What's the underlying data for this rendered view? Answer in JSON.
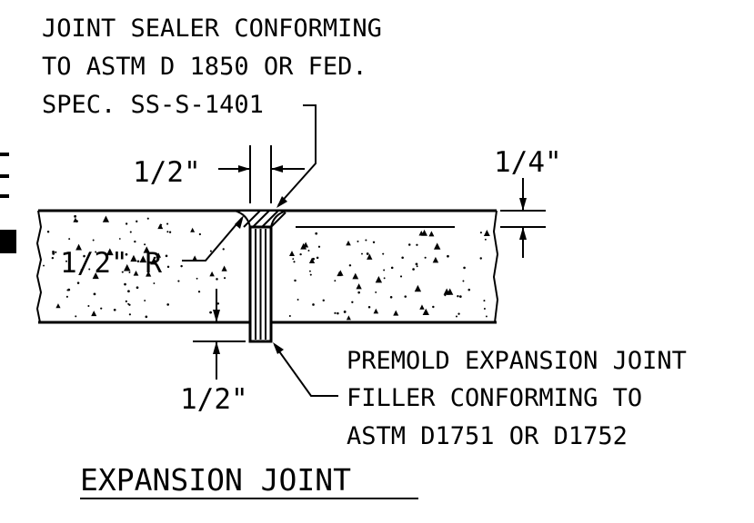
{
  "notes": {
    "sealer": [
      "JOINT SEALER CONFORMING",
      "TO ASTM D 1850 OR FED.",
      "SPEC. SS-S-1401"
    ],
    "filler": [
      "PREMOLD EXPANSION JOINT",
      "FILLER CONFORMING TO",
      "ASTM D1751 OR D1752"
    ]
  },
  "dimensions": {
    "joint_width": "1/2\"",
    "sealer_depth": "1/4\"",
    "radius": "1/2\" R",
    "filler_recess": "1/2\""
  },
  "title": "EXPANSION JOINT"
}
